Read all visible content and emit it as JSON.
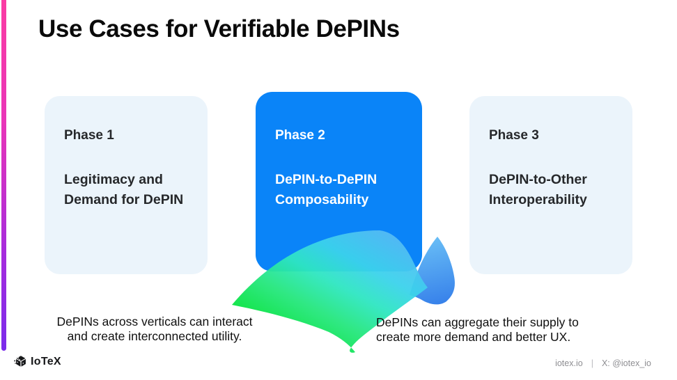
{
  "page": {
    "title_text": "Use Cases for Verifiable DePINs"
  },
  "cards": [
    {
      "phase": "Phase 1",
      "line1": "Legitimacy and",
      "line2": "Demand for DePIN"
    },
    {
      "phase": "Phase 2",
      "line1": "DePIN-to-DePIN",
      "line2": "Composability"
    },
    {
      "phase": "Phase 3",
      "line1": "DePIN-to-Other",
      "line2": "Interoperability"
    }
  ],
  "captions": {
    "left": {
      "line1": "DePINs across verticals can interact",
      "line2": "and create interconnected utility."
    },
    "right": {
      "line1": "DePINs can aggregate their supply to",
      "line2": "create more demand and better UX."
    }
  },
  "footer": {
    "brand": "IoTeX",
    "website": "iotex.io",
    "separator": "|",
    "x_handle": "X: @iotex_io"
  },
  "icons": {
    "brand_logo": "iotex-cube-logo-icon",
    "swoosh": "gradient-ribbon-graphic"
  },
  "colors": {
    "highlight_card_blue": "#0a84f8",
    "light_card_blue": "#ebf4fb",
    "accent_bar_pink": "#fb3ca3",
    "accent_bar_purple": "#7a2beb",
    "swoosh_blue": "#59b7f5",
    "swoosh_cyan": "#2ee6c2",
    "swoosh_green": "#07e33f",
    "footer_text_gray": "#8e8e92"
  }
}
